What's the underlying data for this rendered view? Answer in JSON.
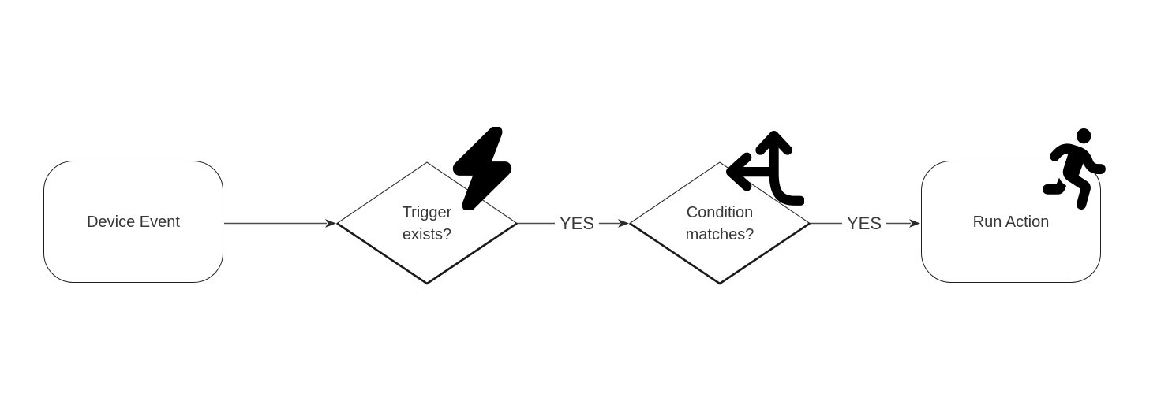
{
  "diagram": {
    "background": "#ffffff",
    "nodes": [
      {
        "id": "device-event",
        "type": "process",
        "shape": "rounded-rectangle",
        "label": "Device Event"
      },
      {
        "id": "trigger-exists",
        "type": "decision",
        "shape": "diamond",
        "label": "Trigger exists?",
        "icon": "lightning-bolt-icon"
      },
      {
        "id": "condition-matches",
        "type": "decision",
        "shape": "diamond",
        "label": "Condition matches?",
        "icon": "split-directions-icon"
      },
      {
        "id": "run-action",
        "type": "process",
        "shape": "rounded-rectangle",
        "label": "Run Action",
        "icon": "person-running-icon"
      }
    ],
    "edges": [
      {
        "from": "device-event",
        "to": "trigger-exists"
      },
      {
        "from": "trigger-exists",
        "to": "condition-matches",
        "label": "YES"
      },
      {
        "from": "condition-matches",
        "to": "run-action",
        "label": "YES"
      }
    ],
    "colors": {
      "node_stroke": "#1f1f1f",
      "node_fill": "#ffffff",
      "connector": "#4d4d4d",
      "arrowhead": "#2b2b2b",
      "text": "#383838",
      "icon": "#000000"
    }
  }
}
